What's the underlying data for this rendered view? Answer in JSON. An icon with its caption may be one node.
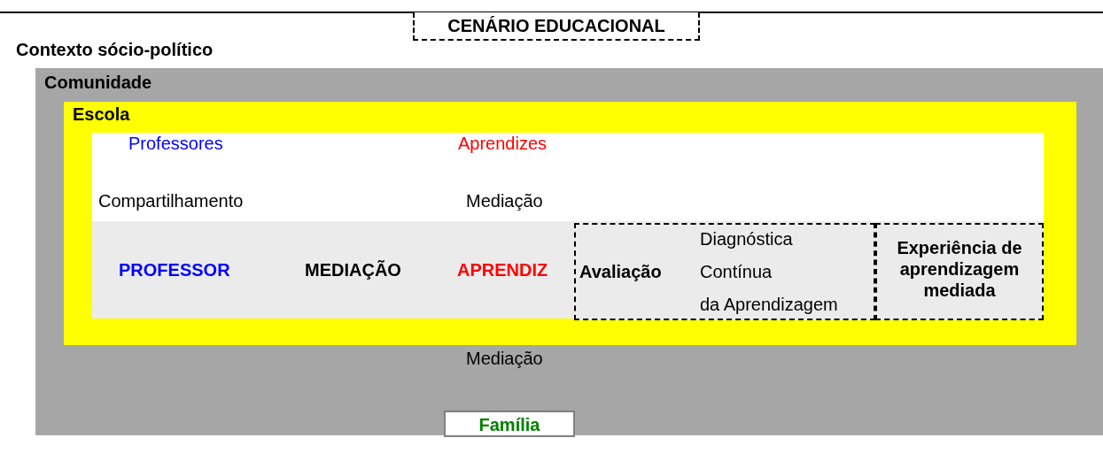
{
  "diagram": {
    "title": "CENÁRIO EDUCACIONAL",
    "nodes": [
      {
        "text": [
          "Comunidade"
        ]
      },
      {
        "text": [
          "Escola"
        ],
        "in": 0
      },
      {
        "text": [
          "PROFESSOR",
          "MEDIAÇÃO",
          "APRENDIZ"
        ],
        "in": 1
      },
      {
        "text": [
          "Avaliação",
          "Diagnóstica",
          "Contínua",
          "da Aprendizagem"
        ],
        "in": 2
      },
      {
        "text": [
          "Experiência de aprendizagem mediada"
        ],
        "in": 2
      },
      {
        "text": [
          "Família"
        ],
        "in": 0
      }
    ],
    "labels": [
      "Contexto sócio-político",
      "Professores",
      "Aprendizes",
      "Compartilhamento",
      "Mediação",
      "Mediação"
    ]
  }
}
